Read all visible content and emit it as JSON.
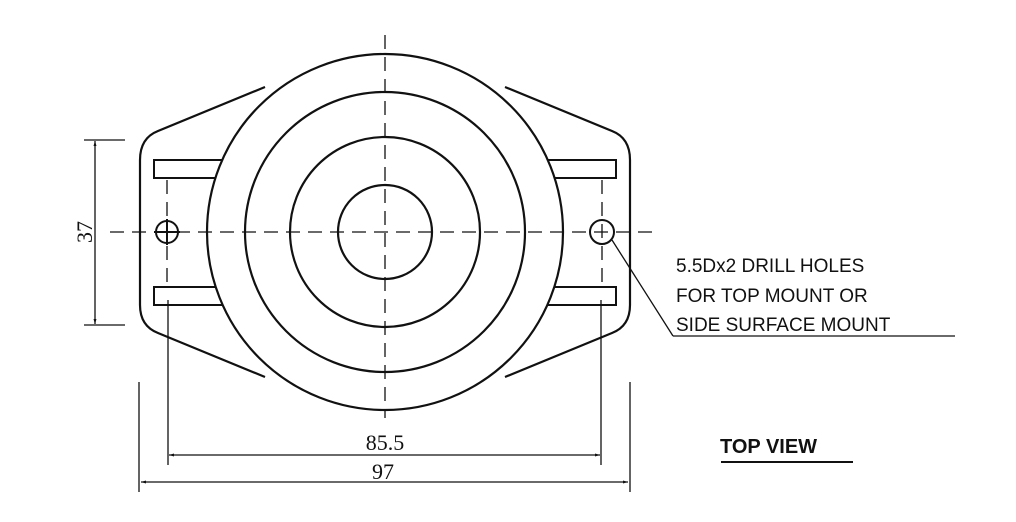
{
  "drawing": {
    "view_title": "TOP VIEW",
    "dimensions": {
      "height": "37",
      "hole_spacing": "85.5",
      "overall_width": "97"
    },
    "note": {
      "lines": [
        "5.5Dx2 DRILL HOLES",
        "FOR TOP MOUNT OR",
        "SIDE SURFACE MOUNT"
      ]
    },
    "colors": {
      "line": "#111111",
      "background": "#ffffff"
    }
  }
}
